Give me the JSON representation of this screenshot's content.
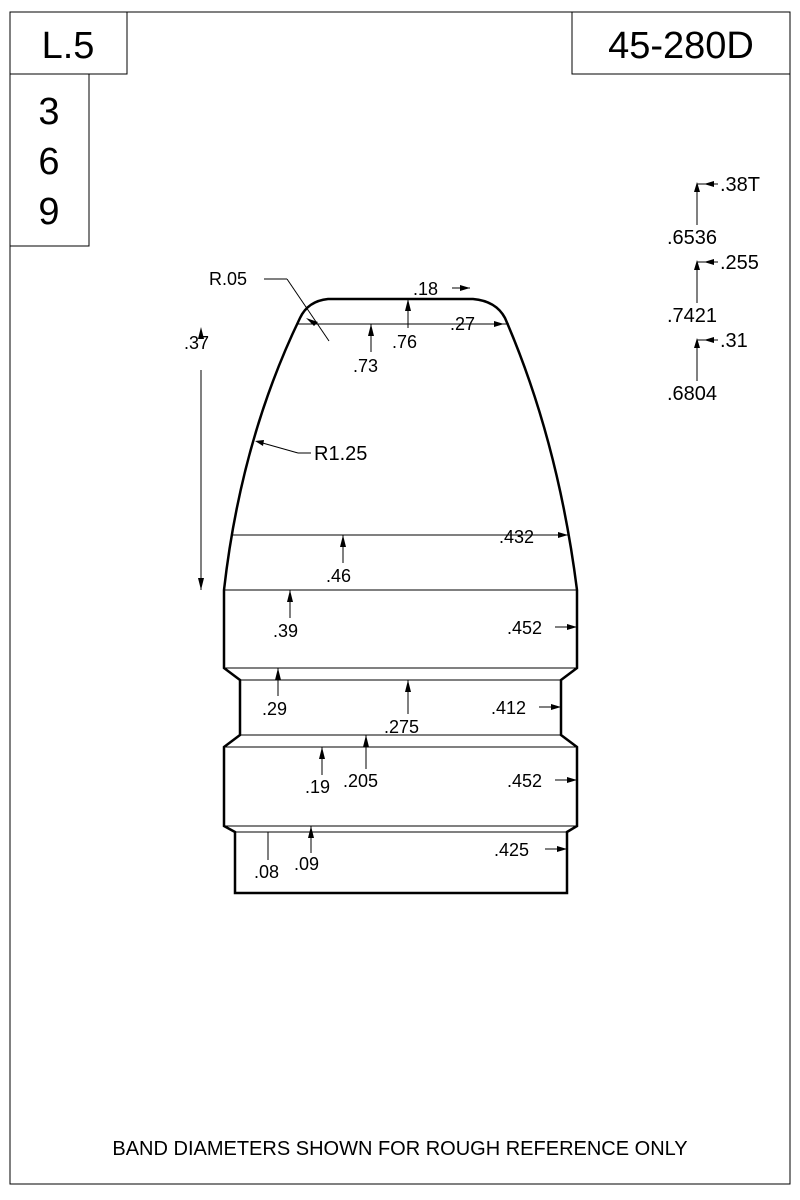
{
  "header": {
    "left_label": "L.5",
    "cavities": [
      "3",
      "6",
      "9"
    ],
    "part_number": "45-280D"
  },
  "side_dimensions": [
    {
      "value": ".38T",
      "stack": ".6536"
    },
    {
      "value": ".255",
      "stack": ".7421"
    },
    {
      "value": ".31",
      "stack": ".6804"
    }
  ],
  "profile_labels": {
    "nose_radius": "R.05",
    "ogive_radius": "R1.25",
    "nose_length": ".37",
    "meplat": ".18",
    "d_73": ".73",
    "d_76": ".76",
    "d_27": ".27",
    "d_432": ".432",
    "d_46": ".46",
    "d_39": ".39",
    "d_452_top": ".452",
    "d_29": ".29",
    "d_275": ".275",
    "d_412": ".412",
    "d_19": ".19",
    "d_205": ".205",
    "d_452_bottom": ".452",
    "d_08": ".08",
    "d_09": ".09",
    "d_425": ".425"
  },
  "footer_note": "BAND DIAMETERS SHOWN FOR ROUGH REFERENCE ONLY"
}
